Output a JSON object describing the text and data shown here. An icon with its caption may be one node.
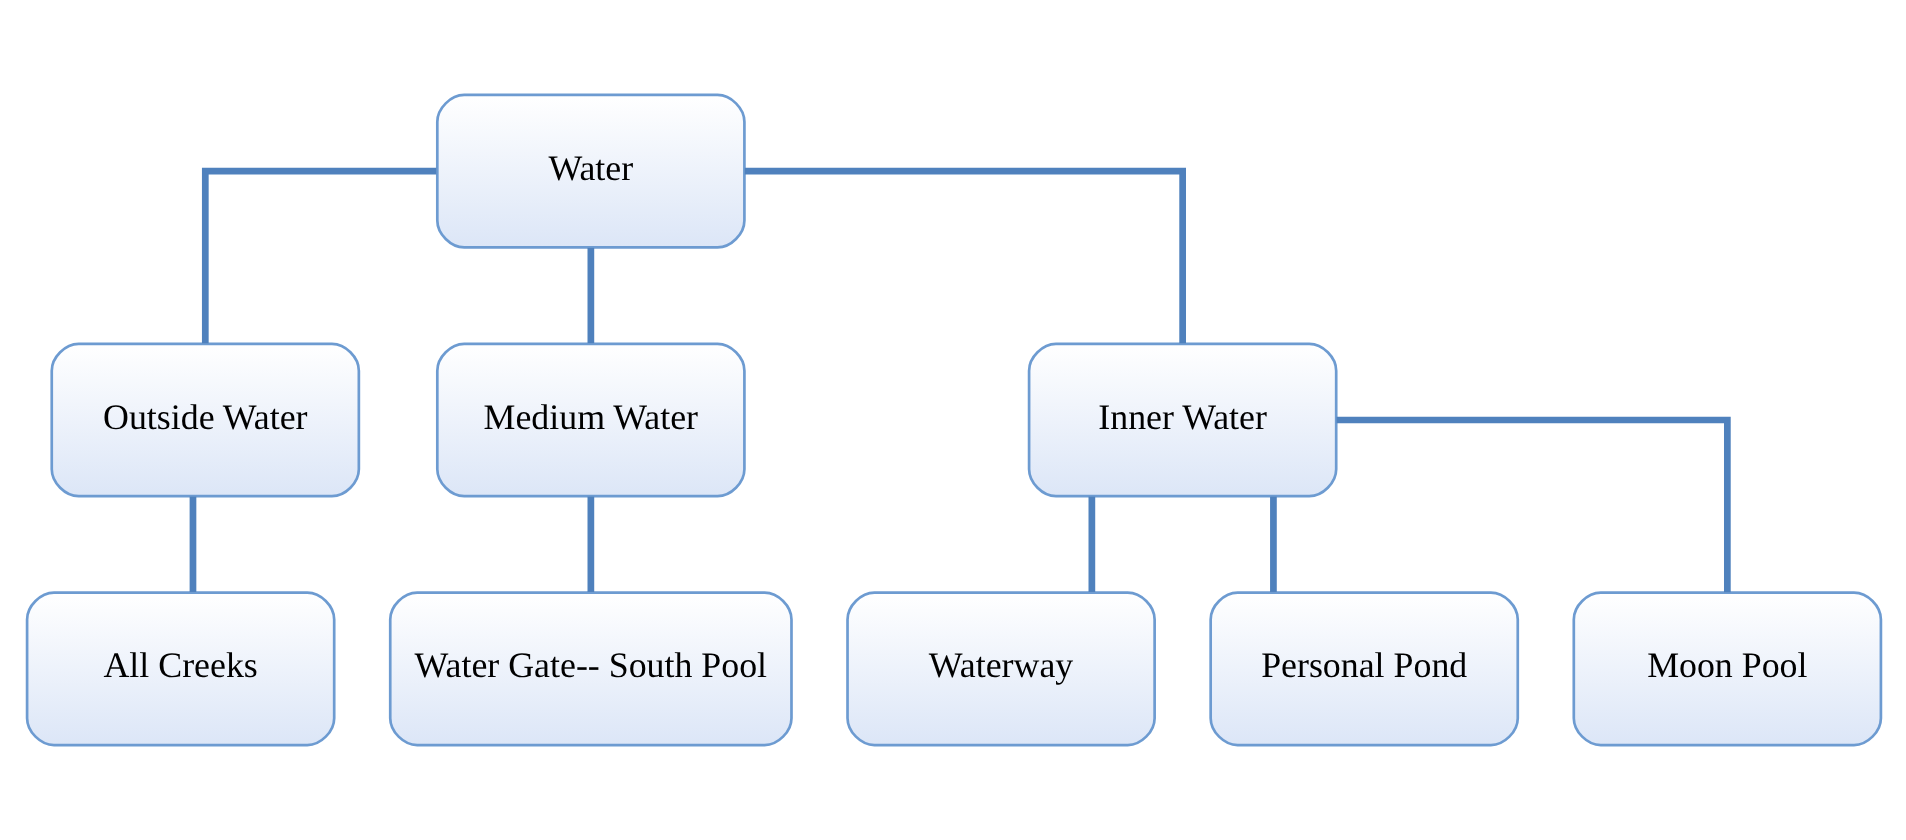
{
  "diagram": {
    "nodes": [
      {
        "text": [
          "Water"
        ]
      },
      {
        "text": [
          "Outside Water"
        ]
      },
      {
        "text": [
          "Medium Water"
        ]
      },
      {
        "text": [
          "Inner Water"
        ]
      },
      {
        "text": [
          "All Creeks"
        ]
      },
      {
        "text": [
          "Water Gate-- South Pool"
        ]
      },
      {
        "text": [
          "Waterway"
        ]
      },
      {
        "text": [
          "Personal Pond"
        ]
      },
      {
        "text": [
          "Moon Pool"
        ]
      }
    ],
    "edges": [
      {
        "from": 0,
        "to": 1,
        "arrow": "none"
      },
      {
        "from": 0,
        "to": 2,
        "arrow": "none"
      },
      {
        "from": 0,
        "to": 3,
        "arrow": "none"
      },
      {
        "from": 1,
        "to": 4,
        "arrow": "none"
      },
      {
        "from": 2,
        "to": 5,
        "arrow": "none"
      },
      {
        "from": 3,
        "to": 6,
        "arrow": "none"
      },
      {
        "from": 3,
        "to": 7,
        "arrow": "none"
      },
      {
        "from": 3,
        "to": 8,
        "arrow": "none"
      }
    ]
  }
}
